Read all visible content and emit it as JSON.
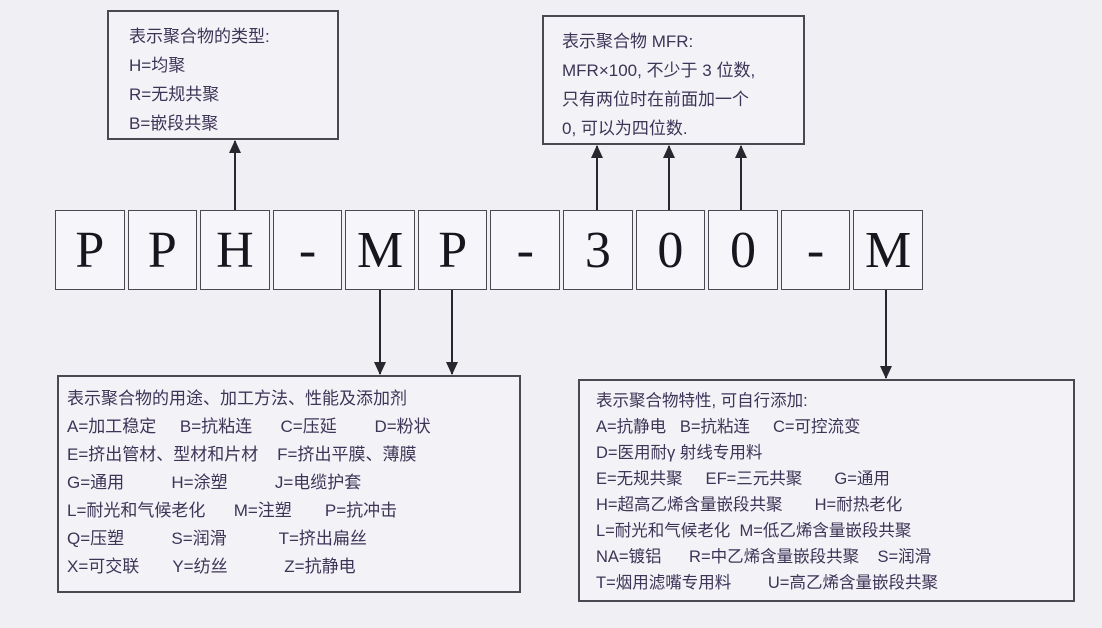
{
  "diagram_title": "PP resin grade naming code explanation",
  "colors": {
    "background": "#f0eff3",
    "box_border": "#4a4850",
    "text": "#3d3456",
    "code_text": "#17161e",
    "arrow": "#28262e"
  },
  "code": {
    "cells": [
      "P",
      "P",
      "H",
      "-",
      "M",
      "P",
      "-",
      "3",
      "0",
      "0",
      "-",
      "M"
    ]
  },
  "boxes": {
    "polymer_type": {
      "lines": [
        "表示聚合物的类型:",
        "H=均聚",
        "R=无规共聚",
        "B=嵌段共聚"
      ]
    },
    "mfr": {
      "lines": [
        "表示聚合物 MFR:",
        "MFR×100, 不少于 3 位数,",
        "只有两位时在前面加一个",
        "0, 可以为四位数."
      ]
    },
    "usage": {
      "lines": [
        "表示聚合物的用途、加工方法、性能及添加剂",
        "A=加工稳定     B=抗粘连      C=压延        D=粉状",
        "E=挤出管材、型材和片材    F=挤出平膜、薄膜",
        "G=通用          H=涂塑          J=电缆护套",
        "L=耐光和气候老化      M=注塑       P=抗冲击",
        "Q=压塑          S=润滑           T=挤出扁丝",
        "X=可交联       Y=纺丝            Z=抗静电"
      ]
    },
    "characteristics": {
      "lines": [
        "表示聚合物特性, 可自行添加:",
        "A=抗静电   B=抗粘连     C=可控流变",
        "D=医用耐γ 射线专用料",
        "E=无规共聚     EF=三元共聚       G=通用",
        "H=超高乙烯含量嵌段共聚       H=耐热老化",
        "L=耐光和气候老化  M=低乙烯含量嵌段共聚",
        "NA=镀铝      R=中乙烯含量嵌段共聚    S=润滑",
        "T=烟用滤嘴专用料        U=高乙烯含量嵌段共聚"
      ]
    }
  }
}
